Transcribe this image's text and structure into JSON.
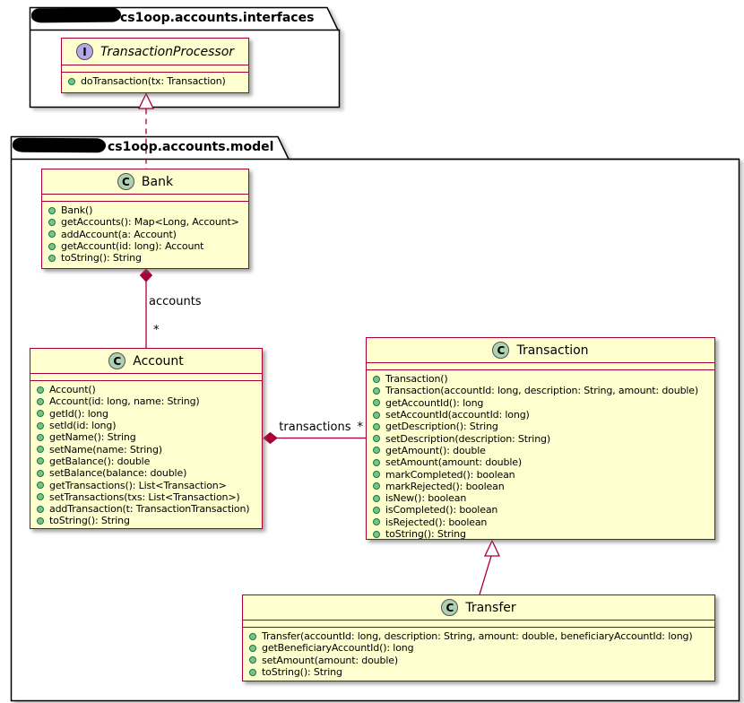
{
  "colors": {
    "box_fill": "#FEFECE",
    "box_border": "#A80036",
    "connector": "#A80036",
    "class_spot_fill": "#ADD1B2",
    "interface_spot_fill": "#B4A7E5",
    "spot_border": "#525252",
    "method_dot_fill": "#84BE84",
    "method_dot_border": "#038048",
    "package_border": "#000000"
  },
  "packages": {
    "interfaces": {
      "title": "cs1oop.accounts.interfaces"
    },
    "model": {
      "title": "cs1oop.accounts.model"
    }
  },
  "interface_box": {
    "spot": "I",
    "name": "TransactionProcessor",
    "methods": [
      "doTransaction(tx: Transaction)"
    ]
  },
  "classes": {
    "bank": {
      "spot": "C",
      "name": "Bank",
      "methods": [
        "Bank()",
        "getAccounts(): Map<Long, Account>",
        "addAccount(a: Account)",
        "getAccount(id: long): Account",
        "toString(): String"
      ]
    },
    "account": {
      "spot": "C",
      "name": "Account",
      "methods": [
        "Account()",
        "Account(id: long, name: String)",
        "getId(): long",
        "setId(id: long)",
        "getName(): String",
        "setName(name: String)",
        "getBalance(): double",
        "setBalance(balance: double)",
        "getTransactions(): List<Transaction>",
        "setTransactions(txs: List<Transaction>)",
        "addTransaction(t: TransactionTransaction)",
        "toString(): String"
      ]
    },
    "transaction": {
      "spot": "C",
      "name": "Transaction",
      "methods": [
        "Transaction()",
        "Transaction(accountId: long, description: String, amount: double)",
        "getAccountId(): long",
        "setAccountId(accountId: long)",
        "getDescription(): String",
        "setDescription(description: String)",
        "getAmount(): double",
        "setAmount(amount: double)",
        "markCompleted(): boolean",
        "markRejected(): boolean",
        "isNew(): boolean",
        "isCompleted(): boolean",
        "isRejected(): boolean",
        "toString(): String"
      ]
    },
    "transfer": {
      "spot": "C",
      "name": "Transfer",
      "methods": [
        "Transfer(accountId: long, description: String, amount: double, beneficiaryAccountId: long)",
        "getBeneficiaryAccountId(): long",
        "setAmount(amount: double)",
        "toString(): String"
      ]
    }
  },
  "relations": {
    "bank_accounts": {
      "type": "composition",
      "label": "accounts",
      "multiplicity": "*"
    },
    "account_transactions": {
      "type": "composition",
      "label": "transactions",
      "multiplicity": "*"
    },
    "transfer_extends_transaction": {
      "type": "extension"
    },
    "bank_realizes_transactionprocessor": {
      "type": "realization"
    }
  }
}
